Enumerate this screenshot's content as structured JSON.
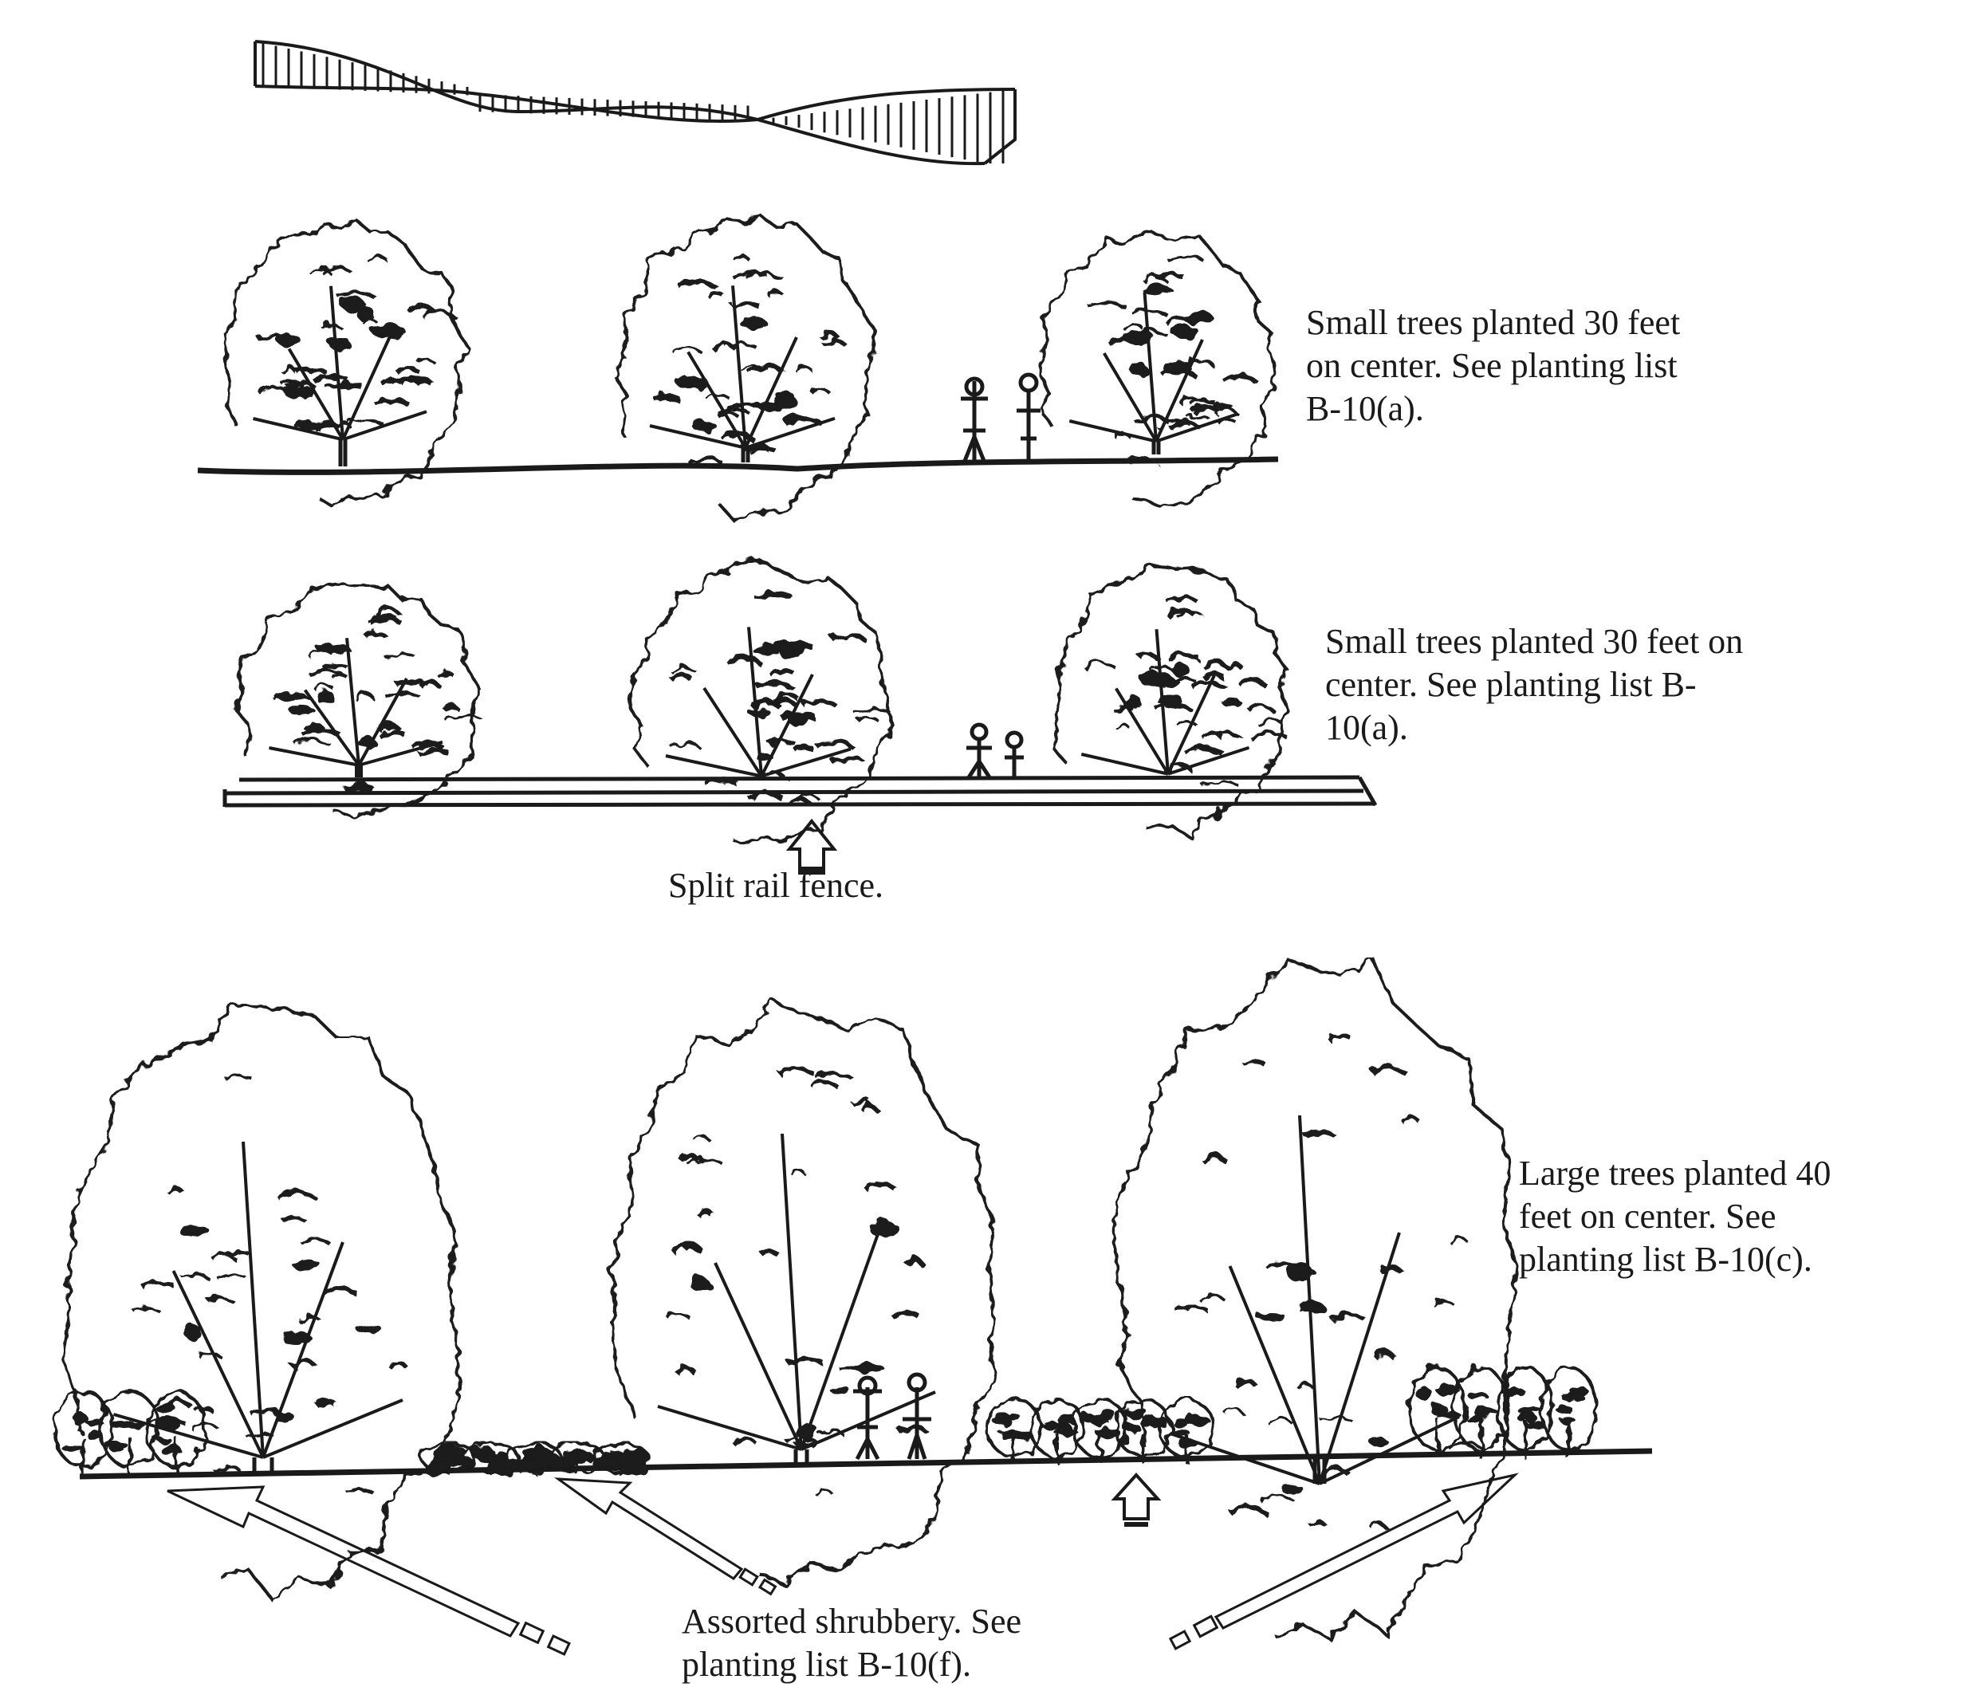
{
  "diagram": {
    "rows": [
      {
        "id": "row-1",
        "caption_lines": [
          "Small trees planted 30 feet",
          "on center. See planting list",
          "B-10(a)."
        ]
      },
      {
        "id": "row-2",
        "caption_lines": [
          "Small trees planted 30 feet on",
          "center. See planting list B-",
          "10(a)."
        ],
        "feature_label": "Split rail fence."
      },
      {
        "id": "row-3",
        "caption_lines": [
          "Large trees planted 40",
          "feet on center. See",
          "planting list B-10(c)."
        ],
        "shrub_label_lines": [
          "Assorted shrubbery. See",
          "planting list B-10(f)."
        ]
      }
    ],
    "colors": {
      "ink": "#1a1a1a",
      "paper": "#ffffff"
    }
  }
}
